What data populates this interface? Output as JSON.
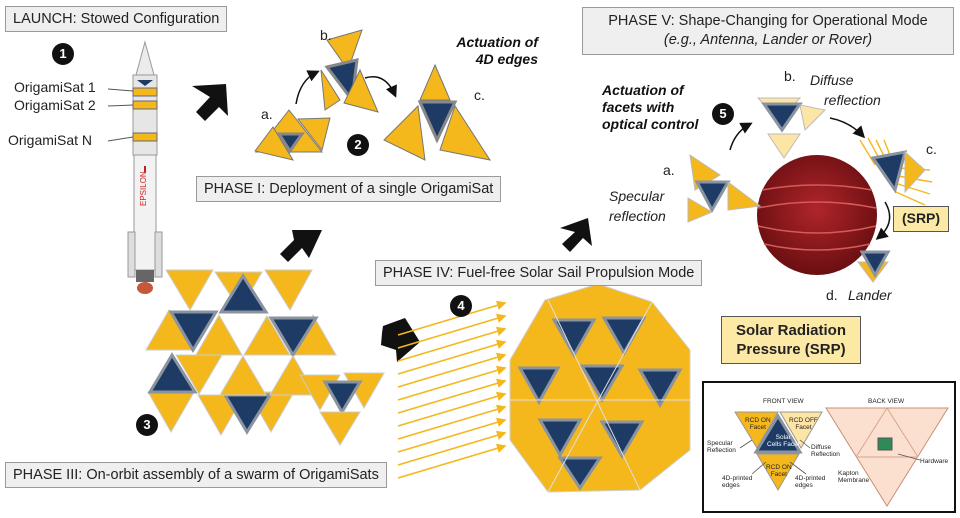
{
  "launch": {
    "title": "LAUNCH: Stowed Configuration",
    "step": "1",
    "sats": [
      "OrigamiSat 1",
      "OrigamiSat 2",
      "OrigamiSat N"
    ]
  },
  "phase1": {
    "title": "PHASE I: Deployment of a single OrigamiSat",
    "step": "2",
    "labels": [
      "a.",
      "b.",
      "c."
    ],
    "actuation": [
      "Actuation of",
      "4D edges"
    ]
  },
  "phase3": {
    "title": "PHASE III: On-orbit assembly of a swarm of OrigamiSats",
    "step": "3"
  },
  "phase4": {
    "title": "PHASE IV: Fuel-free Solar Sail Propulsion Mode",
    "step": "4"
  },
  "phase5": {
    "title": "PHASE V: Shape-Changing for Operational Mode",
    "subtitle": "(e.g., Antenna, Lander or Rover)",
    "step": "5",
    "actuation": [
      "Actuation of",
      "facets with",
      "optical control"
    ],
    "a_label": "a.",
    "specular": [
      "Specular",
      "reflection"
    ],
    "b_label": "b.",
    "diffuse": [
      "Diffuse",
      "reflection"
    ],
    "c_label": "c.",
    "srp_short": "(SRP)",
    "d_label": "d.",
    "lander": "Lander"
  },
  "srp": {
    "lines": [
      "Solar Radiation",
      "Pressure (SRP)"
    ]
  },
  "inset": {
    "front_view": "FRONT VIEW",
    "back_view": "BACK VIEW",
    "rcd_on_1": [
      "RCD ON",
      "Facet"
    ],
    "rcd_off": [
      "RCD OFF",
      "Facet"
    ],
    "solar": [
      "Solar",
      "Cells Facet"
    ],
    "rcd_on_2": [
      "RCD ON",
      "Facet"
    ],
    "specular": [
      "Specular",
      "Reflection"
    ],
    "diffuse": [
      "Diffuse",
      "Reflection"
    ],
    "edges_left": [
      "4D-printed",
      "edges"
    ],
    "edges_right": [
      "4D-printed",
      "edges"
    ],
    "hardware": "Hardware",
    "kapton": [
      "Kapton",
      "Membrane"
    ]
  },
  "rocket_text": "EPSILON",
  "colors": {
    "gold": "#f4b71c",
    "navy": "#1e3b66",
    "edge": "#8a93a0",
    "label_bg": "#efefef",
    "srp_bg": "#fde9a6"
  }
}
